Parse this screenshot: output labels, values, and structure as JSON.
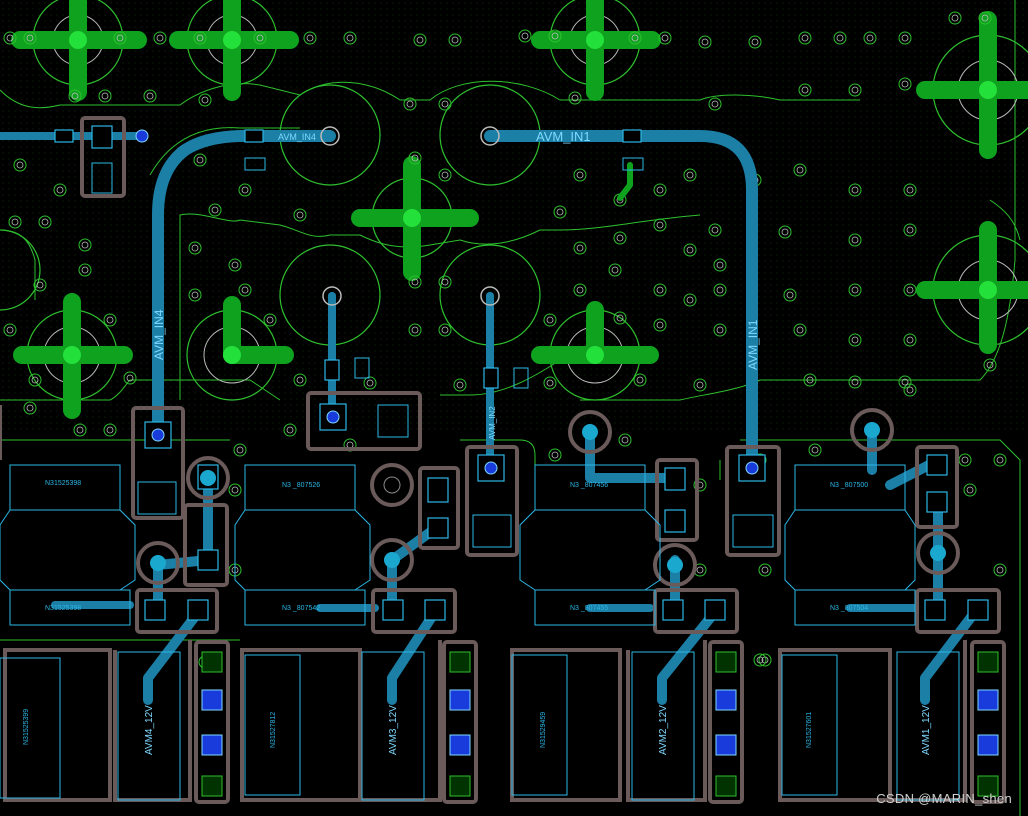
{
  "viewer": {
    "background": "#000000",
    "watermark": "CSDN @MARIN_shen"
  },
  "colors": {
    "copper_outline": "#2ec12e",
    "trace": "#1b7fa6",
    "trace_label": "#7fd8ff",
    "silk": "#6a5a5a",
    "pad_outline": "#2bb7e6",
    "via_ring": "#2ec12e",
    "via_fill": "#003300",
    "cross": "#0fa21f",
    "via_glow": "#23e03a",
    "pad_blue": "#1a3bdc"
  },
  "net_labels": {
    "avm_in1_h": "AVM_IN1",
    "avm_in1_v": "AVM_IN1",
    "avm_in4_v": "AVM_IN4",
    "avm_in4_h": "AVM_IN4",
    "avm_in2": "AVM_IN2",
    "avm1_12v": "AVM1_12V",
    "avm2_12v": "AVM2_12V",
    "avm3_12v": "AVM3_12V",
    "avm4_12v": "AVM4_12V"
  },
  "part_refs": {
    "r1": "N31525398",
    "r2": "N3 _807526",
    "r3": "N3 _807456",
    "r4": "N3 _807500",
    "r5": "N31525398",
    "r6": "N3 _807542",
    "r7": "N3 _807455",
    "r8": "N3 _807504",
    "c1": "N31525399",
    "c2": "N31527812",
    "c3": "N31529459",
    "c4": "N31527601"
  }
}
